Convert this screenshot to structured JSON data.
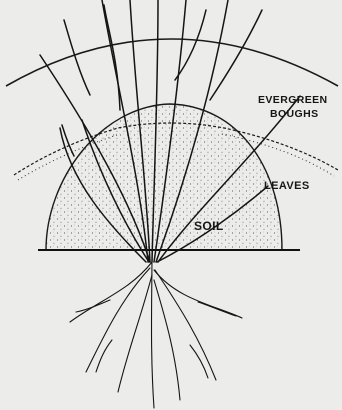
{
  "diagram": {
    "labels": {
      "boughs_line1": "EVERGREEN",
      "boughs_line2": "BOUGHS",
      "leaves": "LEAVES",
      "soil": "SOIL"
    }
  }
}
